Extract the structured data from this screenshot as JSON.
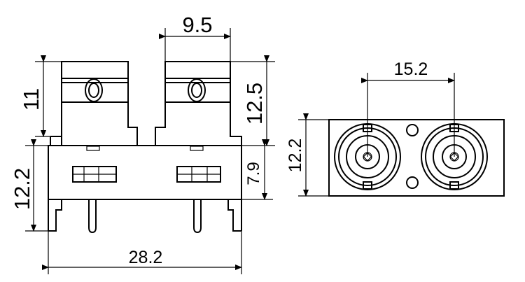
{
  "dimensions": {
    "width_top": "9.5",
    "height_left_top": "11",
    "height_right_top": "12.5",
    "height_left_bottom": "12.2",
    "height_right_bottom": "7.9",
    "width_bottom": "28.2",
    "pitch": "15.2",
    "panel_height": "12.2"
  }
}
